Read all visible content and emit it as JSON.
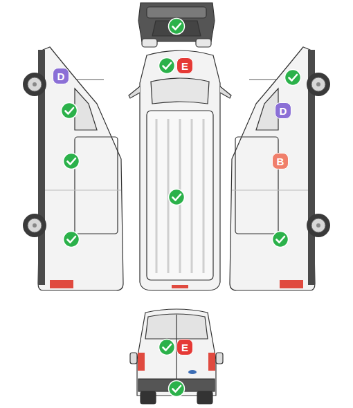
{
  "diagram": {
    "nodes": [
      {
        "text": [
          "E"
        ]
      },
      {
        "text": [
          "D"
        ]
      },
      {
        "text": [
          "D"
        ]
      },
      {
        "text": [
          "B"
        ]
      },
      {
        "text": [
          "E"
        ]
      }
    ]
  }
}
